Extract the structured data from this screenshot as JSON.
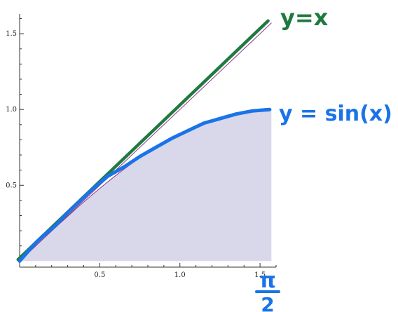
{
  "chart_data": {
    "type": "area",
    "x_ticks": [
      0.5,
      1.0,
      1.5
    ],
    "x_tick_labels": [
      "0.5",
      "1.0",
      "1.5"
    ],
    "y_ticks": [
      0.5,
      1.0,
      1.5
    ],
    "y_tick_labels": [
      "0.5",
      "1.0",
      "1.5"
    ],
    "xlim": [
      0,
      1.6
    ],
    "ylim": [
      -0.04,
      1.63
    ],
    "grid": false,
    "series": [
      {
        "type": "area",
        "function": "sin(x)",
        "domain": [
          0,
          1.5708
        ],
        "color": "#d8d8ea",
        "line_color": "#8a3a8a"
      },
      {
        "type": "line",
        "function": "x",
        "domain": [
          0,
          1.5708
        ],
        "color": "#8a3a8a"
      },
      {
        "type": "line",
        "function": "x",
        "domain": [
          0,
          1.5708
        ],
        "color": "#1f7a3f",
        "note": "hand-drawn"
      },
      {
        "type": "line",
        "color": "#1a73e8",
        "note": "hand-drawn",
        "points": [
          [
            0.0,
            0.0
          ],
          [
            0.05,
            0.06
          ],
          [
            0.1,
            0.12
          ],
          [
            0.15,
            0.17
          ],
          [
            0.22,
            0.23
          ],
          [
            0.3,
            0.32
          ],
          [
            0.38,
            0.4
          ],
          [
            0.45,
            0.47
          ],
          [
            0.55,
            0.56
          ],
          [
            0.65,
            0.62
          ],
          [
            0.75,
            0.69
          ],
          [
            0.85,
            0.75
          ],
          [
            0.95,
            0.81
          ],
          [
            1.05,
            0.86
          ],
          [
            1.15,
            0.91
          ],
          [
            1.25,
            0.94
          ],
          [
            1.35,
            0.97
          ],
          [
            1.45,
            0.99
          ],
          [
            1.56,
            1.0
          ]
        ]
      }
    ],
    "annotations": [
      {
        "text": "y=x",
        "color": "#1f7a3f"
      },
      {
        "text": "y = sin(x)",
        "color": "#1a73e8"
      },
      {
        "text_top": "π",
        "text_bottom": "2",
        "color": "#1a73e8"
      }
    ]
  }
}
